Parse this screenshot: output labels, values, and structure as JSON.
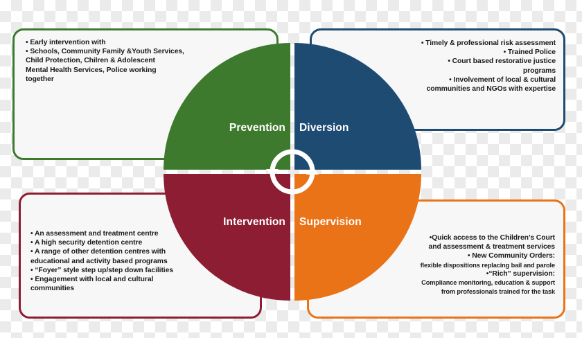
{
  "diagram": {
    "title": "Youth justice continuum four-quadrant wheel",
    "colors": {
      "prevention": "#3d7a2e",
      "diversion": "#1d4b72",
      "intervention": "#8c1d32",
      "supervision": "#ea7317",
      "card_background": "#f7f7f7",
      "label_text": "#ffffff",
      "body_text": "#1b1b1b",
      "arrow": "#ffffff"
    },
    "center_icon": "circular-cycle-arrows-icon"
  },
  "quadrants": {
    "prevention": {
      "label": "Prevention"
    },
    "diversion": {
      "label": "Diversion"
    },
    "intervention": {
      "label": "Intervention"
    },
    "supervision": {
      "label": "Supervision"
    }
  },
  "cards": {
    "prevention": {
      "name": "Prevention",
      "align": "left",
      "bullets": [
        "• Early intervention with",
        "• Schools, Community Family &Youth Services,\n   Child Protection, Chilren & Adolescent\n   Mental Health Services, Police working\n   together"
      ]
    },
    "diversion": {
      "name": "Diversion",
      "align": "right",
      "bullets": [
        "• Timely & professional risk assessment",
        "• Trained Police",
        "• Court based restorative justice\nprograms",
        "• Involvement of local & cultural\ncommunities and NGOs with expertise"
      ]
    },
    "intervention": {
      "name": "Intervention",
      "align": "left",
      "bullets": [
        "• An assessment and treatment centre",
        "• A high security detention centre",
        "• A range of other detention centres with\n   educational and activity based programs",
        "• “Foyer” style step up/step down facilities",
        "• Engagement with local and cultural\n   communities"
      ]
    },
    "supervision": {
      "name": "Supervision",
      "align": "right",
      "lines": [
        {
          "text": "•Quick access to the Children’s Court",
          "size": "normal"
        },
        {
          "text": "and assessment & treatment services",
          "size": "normal"
        },
        {
          "text": "• New Community Orders:",
          "size": "normal"
        },
        {
          "text": "flexible dispositions replacing bail and parole",
          "size": "small"
        },
        {
          "text": "•“Rich” supervision:",
          "size": "normal"
        },
        {
          "text": "Compliance monitoring, education & support",
          "size": "small"
        },
        {
          "text": "from professionals trained for the task",
          "size": "small"
        }
      ]
    }
  }
}
